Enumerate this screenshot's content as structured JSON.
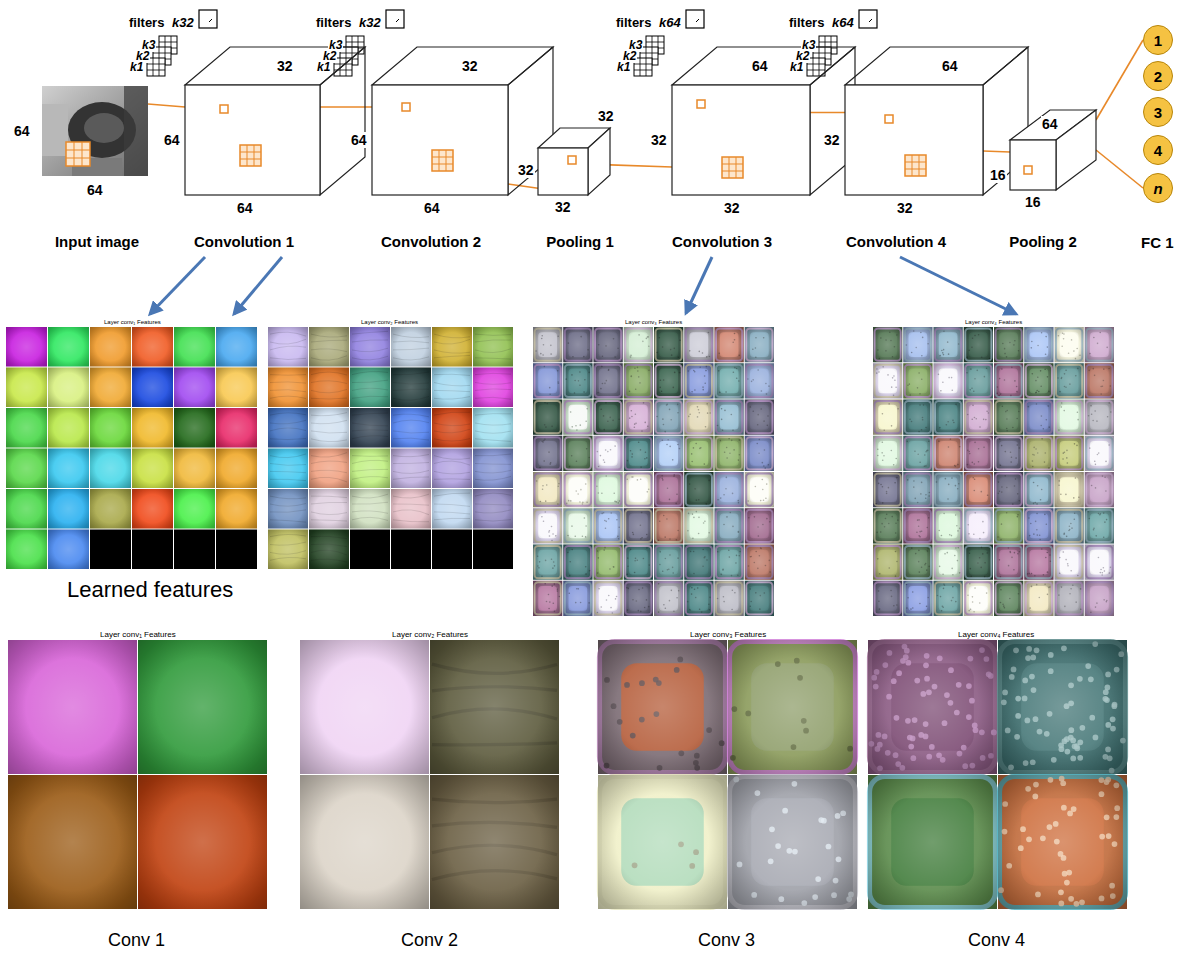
{
  "diagram": {
    "nodes": [
      {
        "text": [
          "Input image"
        ]
      },
      {
        "text": [
          "Convolution 1"
        ]
      },
      {
        "text": [
          "Convolution 2"
        ]
      },
      {
        "text": [
          "Pooling 1"
        ]
      },
      {
        "text": [
          "Convolution 3"
        ]
      },
      {
        "text": [
          "Convolution 4"
        ]
      },
      {
        "text": [
          "Pooling 2"
        ]
      },
      {
        "text": [
          "1"
        ]
      },
      {
        "text": [
          "2"
        ]
      },
      {
        "text": [
          "3"
        ]
      },
      {
        "text": [
          "4"
        ]
      },
      {
        "text": [
          "n"
        ]
      }
    ],
    "edges": [
      {
        "from": 0,
        "to": 1,
        "arrow": "none"
      },
      {
        "from": 1,
        "to": 2,
        "arrow": "none"
      },
      {
        "from": 2,
        "to": 3,
        "arrow": "none"
      },
      {
        "from": 3,
        "to": 4,
        "arrow": "none"
      },
      {
        "from": 4,
        "to": 5,
        "arrow": "none"
      },
      {
        "from": 5,
        "to": 6,
        "arrow": "none"
      },
      {
        "from": 6,
        "to": 7,
        "arrow": "none"
      },
      {
        "from": 6,
        "to": 11,
        "arrow": "none"
      }
    ],
    "labels": [
      "64",
      "64",
      "filters",
      "k32",
      "k3",
      "k2",
      "k1",
      "32",
      "64",
      "64",
      "filters",
      "k32",
      "k3",
      "k2",
      "k1",
      "32",
      "64",
      "64",
      "32",
      "32",
      "32",
      "filters",
      "k64",
      "k3",
      "k2",
      "k1",
      "64",
      "32",
      "32",
      "filters",
      "k64",
      "k3",
      "k2",
      "k1",
      "64",
      "32",
      "32",
      "64",
      "16",
      "16",
      "FC 1",
      "Layer conv₁ Features",
      "Layer conv₂ Features",
      "Layer conv₃ Features",
      "Layer conv₄ Features",
      "Learned features",
      "Layer conv₁ Features",
      "Layer conv₂ Features",
      "Layer conv₃ Features",
      "Layer conv₄ Features",
      "Conv 1",
      "Conv 2",
      "Conv 3",
      "Conv 4"
    ]
  }
}
